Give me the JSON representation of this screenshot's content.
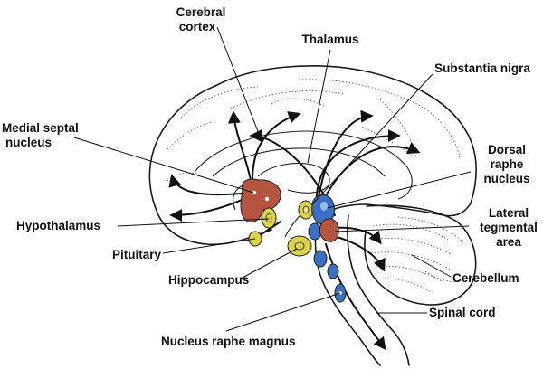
{
  "labels": {
    "cerebral_cortex_1": "Cerebral",
    "cerebral_cortex_2": "cortex",
    "thalamus": "Thalamus",
    "substantia_nigra": "Substantia nigra",
    "medial_septal_1": "Medial septal",
    "medial_septal_2": "nucleus",
    "dorsal_raphe_1": "Dorsal",
    "dorsal_raphe_2": "raphe",
    "dorsal_raphe_3": "nucleus",
    "lateral_tegmental_1": "Lateral",
    "lateral_tegmental_2": "tegmental",
    "lateral_tegmental_3": "area",
    "hypothalamus": "Hypothalamus",
    "pituitary": "Pituitary",
    "hippocampus": "Hippocampus",
    "cerebellum": "Cerebellum",
    "spinal_cord": "Spinal cord",
    "nucleus_raphe_magnus": "Nucleus raphe magnus"
  },
  "colors": {
    "red_nucleus": "#b5553f",
    "yellow_nucleus": "#d9d24a",
    "blue_nucleus": "#3a6fc4",
    "line": "#111111"
  }
}
